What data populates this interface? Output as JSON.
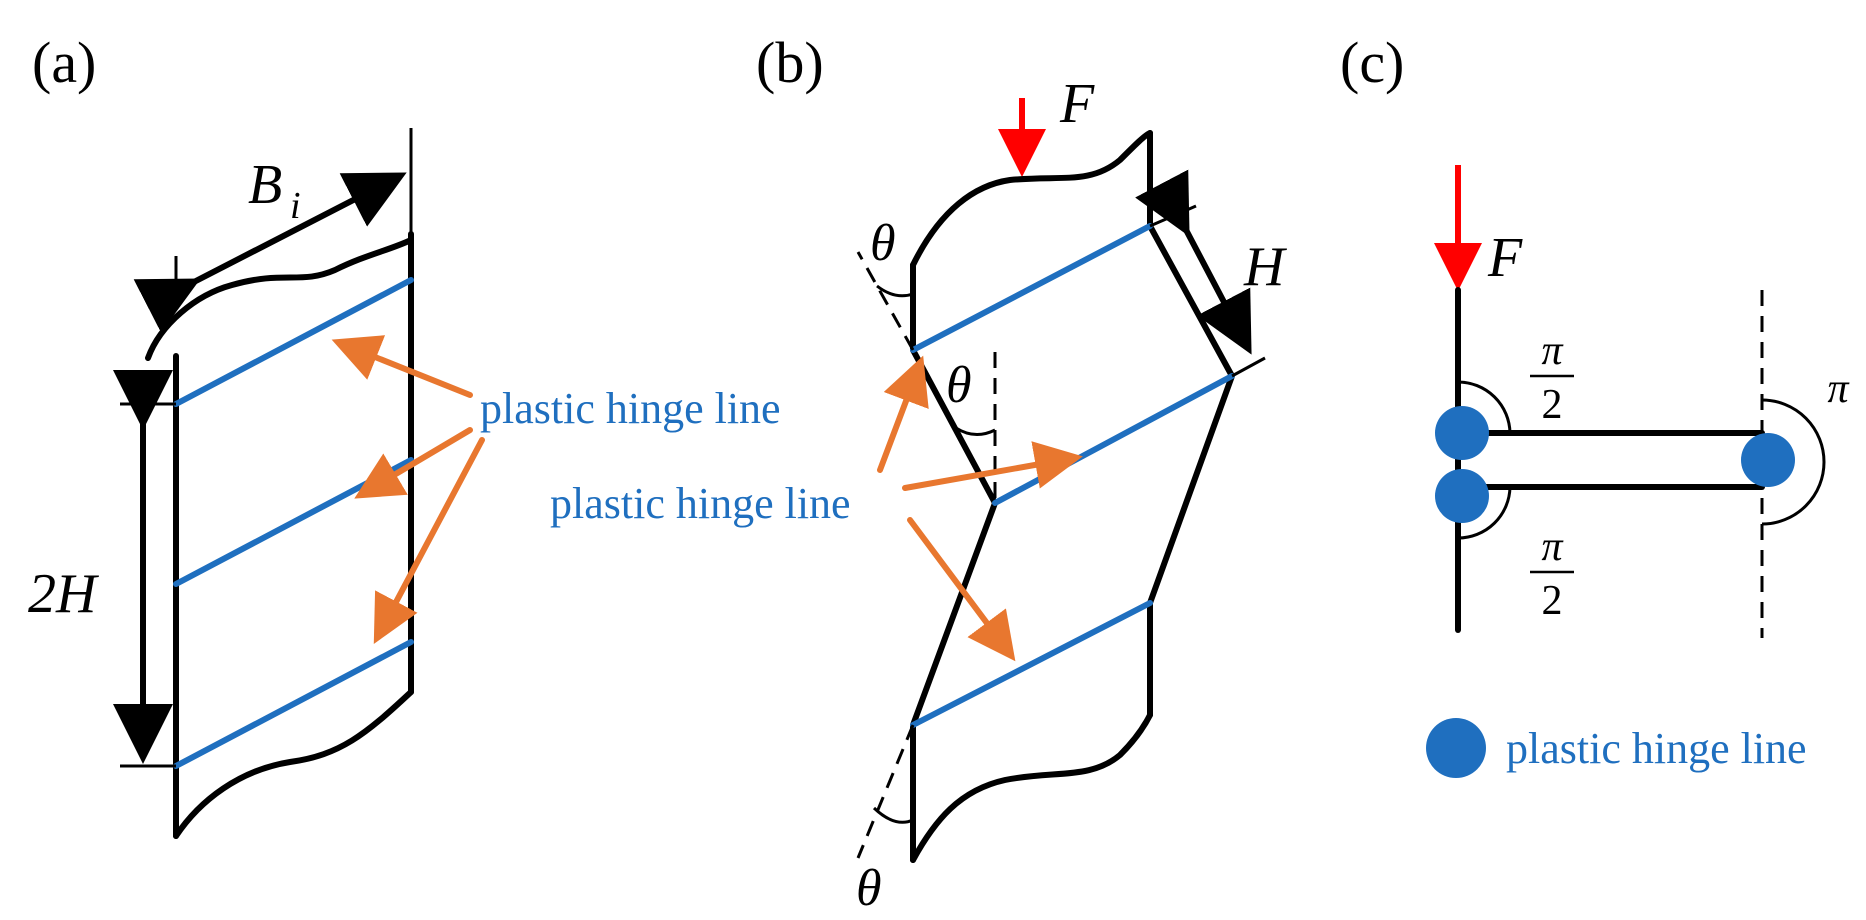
{
  "panels": {
    "a": {
      "label": "(a)",
      "width_symbol": "B",
      "width_subscript": "i",
      "height_symbol": "2H"
    },
    "b": {
      "label": "(b)",
      "force_symbol": "F",
      "angle_symbol": "θ",
      "segment_symbol": "H"
    },
    "c": {
      "label": "(c)",
      "force_symbol": "F",
      "angle_top_numerator": "π",
      "angle_top_denominator": "2",
      "angle_bottom_numerator": "π",
      "angle_bottom_denominator": "2",
      "angle_right": "π",
      "legend_label": "plastic hinge line"
    }
  },
  "annotations": {
    "a_hinge_label": "plastic hinge line",
    "b_hinge_label": "plastic hinge line"
  },
  "colors": {
    "hinge_line": "#1f6fbf",
    "callout_arrow": "#e8772f",
    "force_arrow": "#ff0000",
    "hinge_dot": "#1f6fbf"
  }
}
